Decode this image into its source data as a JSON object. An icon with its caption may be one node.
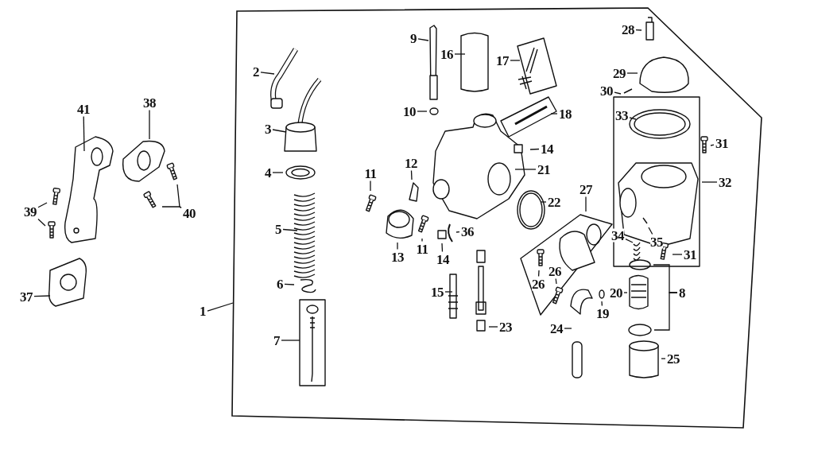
{
  "diagram": {
    "nodes": [
      {
        "text": [],
        "shape": "box"
      },
      {
        "text": [
          "41"
        ]
      },
      {
        "text": [
          "38"
        ]
      },
      {
        "text": [
          "39"
        ]
      },
      {
        "text": [
          "40"
        ]
      },
      {
        "text": [
          "37"
        ]
      },
      {
        "text": [
          "1"
        ]
      },
      {
        "text": [
          "2"
        ],
        "in": 0
      },
      {
        "text": [
          "3"
        ],
        "in": 0
      },
      {
        "text": [
          "4"
        ],
        "in": 0
      },
      {
        "text": [
          "5"
        ],
        "in": 0
      },
      {
        "text": [
          "6"
        ],
        "in": 0
      },
      {
        "text": [
          "7"
        ],
        "in": 0
      },
      {
        "text": [
          "9"
        ],
        "in": 0
      },
      {
        "text": [
          "16"
        ],
        "in": 0
      },
      {
        "text": [
          "10"
        ],
        "in": 0
      },
      {
        "text": [
          "17"
        ],
        "in": 0
      },
      {
        "text": [
          "18"
        ],
        "in": 0
      },
      {
        "text": [
          "12"
        ],
        "in": 0
      },
      {
        "text": [
          "14"
        ],
        "in": 0
      },
      {
        "text": [
          "21"
        ],
        "in": 0
      },
      {
        "text": [
          "11"
        ],
        "in": 0
      },
      {
        "text": [
          "22"
        ],
        "in": 0
      },
      {
        "text": [
          "13"
        ],
        "in": 0
      },
      {
        "text": [
          "11"
        ],
        "in": 0
      },
      {
        "text": [
          "14"
        ],
        "in": 0
      },
      {
        "text": [
          "36"
        ],
        "in": 0
      },
      {
        "text": [
          "15"
        ],
        "in": 0
      },
      {
        "text": [
          "23"
        ],
        "in": 0
      },
      {
        "text": [
          "27"
        ],
        "in": 0
      },
      {
        "text": [
          "26"
        ],
        "in": 0
      },
      {
        "text": [
          "26"
        ],
        "in": 0
      },
      {
        "text": [
          "19"
        ],
        "in": 0
      },
      {
        "text": [
          "24"
        ],
        "in": 0
      },
      {
        "text": [
          "28"
        ],
        "in": 0
      },
      {
        "text": [
          "29"
        ],
        "in": 0
      },
      {
        "text": [
          "30"
        ],
        "in": 0
      },
      {
        "text": [
          "33"
        ],
        "in": 0
      },
      {
        "text": [
          "31"
        ],
        "in": 0
      },
      {
        "text": [
          "32"
        ],
        "in": 0
      },
      {
        "text": [
          "34"
        ],
        "in": 0
      },
      {
        "text": [
          "35"
        ],
        "in": 0
      },
      {
        "text": [
          "31"
        ],
        "in": 0
      },
      {
        "text": [
          "20"
        ],
        "in": 0
      },
      {
        "text": [
          "8"
        ],
        "in": 0
      },
      {
        "text": [
          "25"
        ],
        "in": 0
      }
    ],
    "edges": [
      {
        "from": 1,
        "to": null,
        "arrow": "none"
      },
      {
        "from": 2,
        "to": null,
        "arrow": "none"
      },
      {
        "from": 3,
        "to": null,
        "arrow": "none"
      },
      {
        "from": 3,
        "to": null,
        "arrow": "none"
      },
      {
        "from": 4,
        "to": null,
        "arrow": "none"
      },
      {
        "from": 4,
        "to": null,
        "arrow": "none"
      },
      {
        "from": 5,
        "to": null,
        "arrow": "none"
      },
      {
        "from": 6,
        "to": 0,
        "arrow": "none"
      },
      {
        "from": 7,
        "to": null,
        "arrow": "none"
      },
      {
        "from": 8,
        "to": null,
        "arrow": "none"
      },
      {
        "from": 9,
        "to": null,
        "arrow": "none"
      },
      {
        "from": 10,
        "to": null,
        "arrow": "none"
      },
      {
        "from": 11,
        "to": null,
        "arrow": "none"
      },
      {
        "from": 12,
        "to": null,
        "arrow": "none"
      },
      {
        "from": 13,
        "to": null,
        "arrow": "none"
      },
      {
        "from": 14,
        "to": null,
        "arrow": "none"
      },
      {
        "from": 15,
        "to": null,
        "arrow": "none"
      },
      {
        "from": 16,
        "to": null,
        "arrow": "none"
      },
      {
        "from": 17,
        "to": null,
        "arrow": "none"
      },
      {
        "from": 18,
        "to": null,
        "arrow": "none"
      },
      {
        "from": 19,
        "to": null,
        "arrow": "none"
      },
      {
        "from": 20,
        "to": null,
        "arrow": "none"
      },
      {
        "from": 21,
        "to": null,
        "arrow": "none"
      },
      {
        "from": 22,
        "to": null,
        "arrow": "none"
      },
      {
        "from": 23,
        "to": null,
        "arrow": "none"
      },
      {
        "from": 24,
        "to": null,
        "arrow": "none"
      },
      {
        "from": 25,
        "to": null,
        "arrow": "none"
      },
      {
        "from": 26,
        "to": null,
        "arrow": "none"
      },
      {
        "from": 27,
        "to": null,
        "arrow": "none"
      },
      {
        "from": 28,
        "to": null,
        "arrow": "none"
      },
      {
        "from": 29,
        "to": null,
        "arrow": "none"
      },
      {
        "from": 30,
        "to": null,
        "arrow": "none"
      },
      {
        "from": 31,
        "to": null,
        "arrow": "none"
      },
      {
        "from": 32,
        "to": null,
        "arrow": "none"
      },
      {
        "from": 33,
        "to": null,
        "arrow": "none"
      },
      {
        "from": 34,
        "to": null,
        "arrow": "none"
      },
      {
        "from": 35,
        "to": null,
        "arrow": "none"
      },
      {
        "from": 36,
        "to": null,
        "arrow": "none"
      },
      {
        "from": 37,
        "to": null,
        "arrow": "none"
      },
      {
        "from": 38,
        "to": null,
        "arrow": "none"
      },
      {
        "from": 39,
        "to": null,
        "arrow": "none"
      },
      {
        "from": 40,
        "to": null,
        "arrow": "none"
      },
      {
        "from": 41,
        "to": null,
        "arrow": "none"
      },
      {
        "from": 42,
        "to": null,
        "arrow": "none"
      },
      {
        "from": 43,
        "to": null,
        "arrow": "none"
      },
      {
        "from": 44,
        "to": null,
        "arrow": "none"
      },
      {
        "from": 44,
        "to": null,
        "arrow": "none"
      },
      {
        "from": 45,
        "to": null,
        "arrow": "none"
      }
    ]
  }
}
